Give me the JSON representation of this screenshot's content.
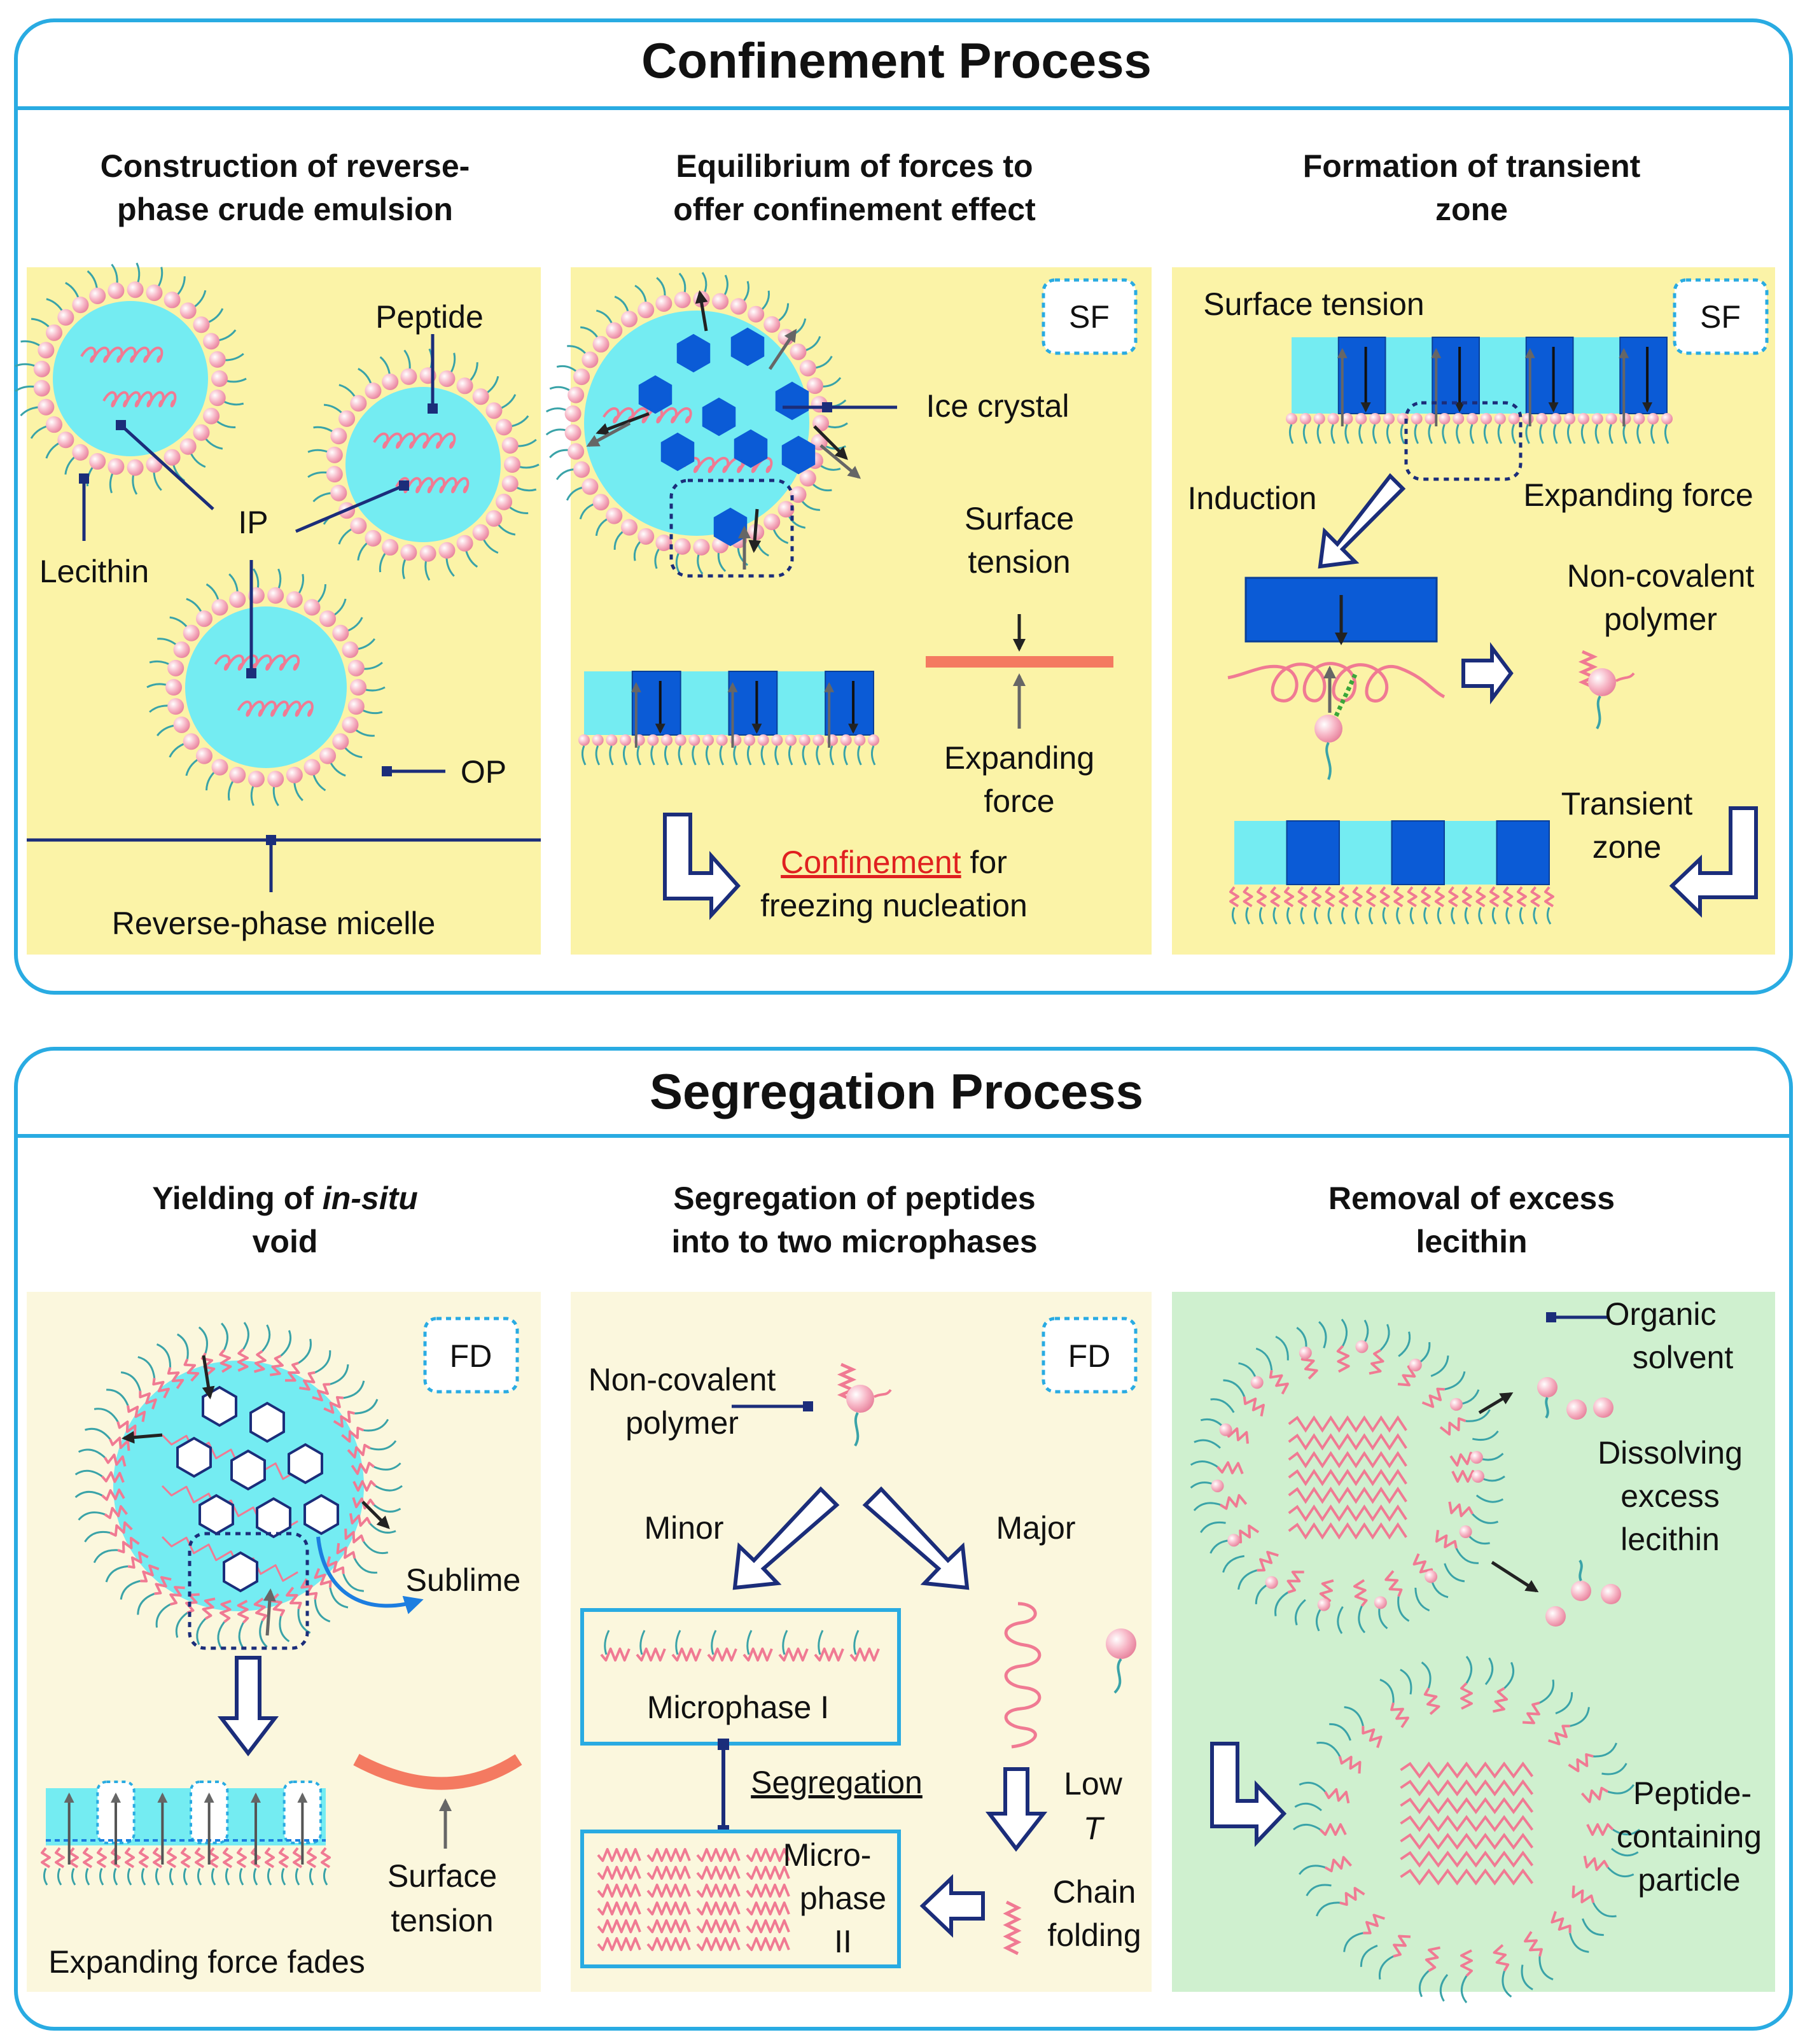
{
  "confinement": {
    "title": "Confinement Process",
    "panel1": {
      "title_line1": "Construction of reverse-",
      "title_line2": "phase crude emulsion",
      "peptide": "Peptide",
      "ip": "IP",
      "lecithin": "Lecithin",
      "op": "OP",
      "micelle": "Reverse-phase micelle"
    },
    "panel2": {
      "title_line1": "Equilibrium of forces to",
      "title_line2": "offer confinement effect",
      "badge": "SF",
      "ice_crystal": "Ice crystal",
      "surface_line1": "Surface",
      "surface_line2": "tension",
      "expanding_line1": "Expanding",
      "expanding_line2": "force",
      "confinement_word": "Confinement",
      "confinement_rest": " for",
      "nucleation": "freezing nucleation"
    },
    "panel3": {
      "title_line1": "Formation of transient",
      "title_line2": "zone",
      "badge": "SF",
      "surface_tension": "Surface tension",
      "induction": "Induction",
      "expanding_force": "Expanding force",
      "noncov_line1": "Non-covalent",
      "noncov_line2": "polymer",
      "transient_line1": "Transient",
      "transient_line2": "zone"
    }
  },
  "segregation": {
    "title": "Segregation Process",
    "panel4": {
      "title_line1_a": "Yielding of ",
      "title_line1_b": "in-situ",
      "title_line2": "void",
      "badge": "FD",
      "sublime": "Sublime",
      "surface_line1": "Surface",
      "surface_line2": "tension",
      "expanding_fades": "Expanding force fades"
    },
    "panel5": {
      "title_line1": "Segregation of peptides",
      "title_line2": "into to two microphases",
      "badge": "FD",
      "noncov_line1": "Non-covalent",
      "noncov_line2": "polymer",
      "minor": "Minor",
      "major": "Major",
      "microphase1": "Microphase I",
      "segregation_word": "Segregation",
      "micro2_line1": "Micro-",
      "micro2_line2": "phase",
      "micro2_line3": "II",
      "low": "Low",
      "t": "T",
      "chain_line1": "Chain",
      "chain_line2": "folding"
    },
    "panel6": {
      "title_line1": "Removal of excess",
      "title_line2": "lecithin",
      "organic_line1": "Organic",
      "organic_line2": "solvent",
      "dissolving_line1": "Dissolving",
      "dissolving_line2": "excess",
      "dissolving_line3": "lecithin",
      "peptide_line1": "Peptide-",
      "peptide_line2": "containing",
      "peptide_line3": "particle"
    }
  },
  "colors": {
    "frame": "#29abe2",
    "panel_yellow": "#fbf3a7",
    "panel_cream": "#fbf7dd",
    "panel_green": "#cff0cf",
    "water": "#74ecf2",
    "ice": "#0b5bd6",
    "lipid_head": "#f7b6c6",
    "peptide": "#f07a93",
    "tail": "#3aa3a8",
    "line": "#1b2d7a",
    "highlight": "#e02020",
    "bar": "#f47a61"
  }
}
